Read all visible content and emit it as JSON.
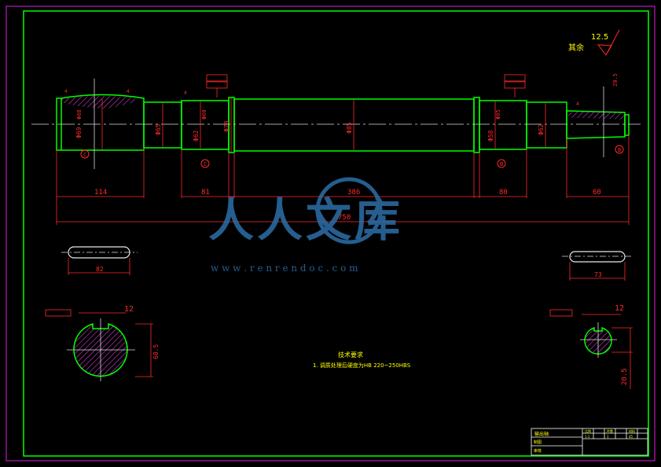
{
  "roughness_note": {
    "label": "其余",
    "value": "12.5"
  },
  "dimensions": {
    "d_114": "114",
    "d_81": "81",
    "d_386": "386",
    "d_80": "80",
    "d_60": "60",
    "d_750": "750",
    "d_82": "82",
    "d_73": "73",
    "d_12_left": "12",
    "d_12_right": "12",
    "d_4_left_a": "4",
    "d_4_left_b": "4",
    "d_4_right_a": "4",
    "d_4_right_b": "4",
    "phi_69": "Φ69",
    "phi_68a": "Φ68",
    "phi_65a": "Φ65",
    "phi_78": "Φ78",
    "phi_85": "Φ85",
    "phi_65b": "Φ65",
    "phi_62": "Φ62",
    "phi_58": "Φ58",
    "phi_60": "Φ60",
    "d_60_5": "60.5",
    "d_20_5": "20.5"
  },
  "section_markers": {
    "left": "C",
    "mid_left": "C",
    "mid_right": "B",
    "right": "B"
  },
  "tech_requirements": {
    "title": "技术要求",
    "item_1": "1. 调质处理后硬度为HB 220~250HBS"
  },
  "title_block": {
    "name": "输出轴",
    "scale_label": "比例",
    "scale_value": "1:1",
    "qty_label": "件数",
    "qty_value": "1",
    "material_label": "材料",
    "material_value": "45",
    "drawing_label": "制图",
    "review_label": "审核"
  },
  "watermark": {
    "text": "人人文库",
    "url": "w w w . r e n r e n d o c . c o m"
  }
}
